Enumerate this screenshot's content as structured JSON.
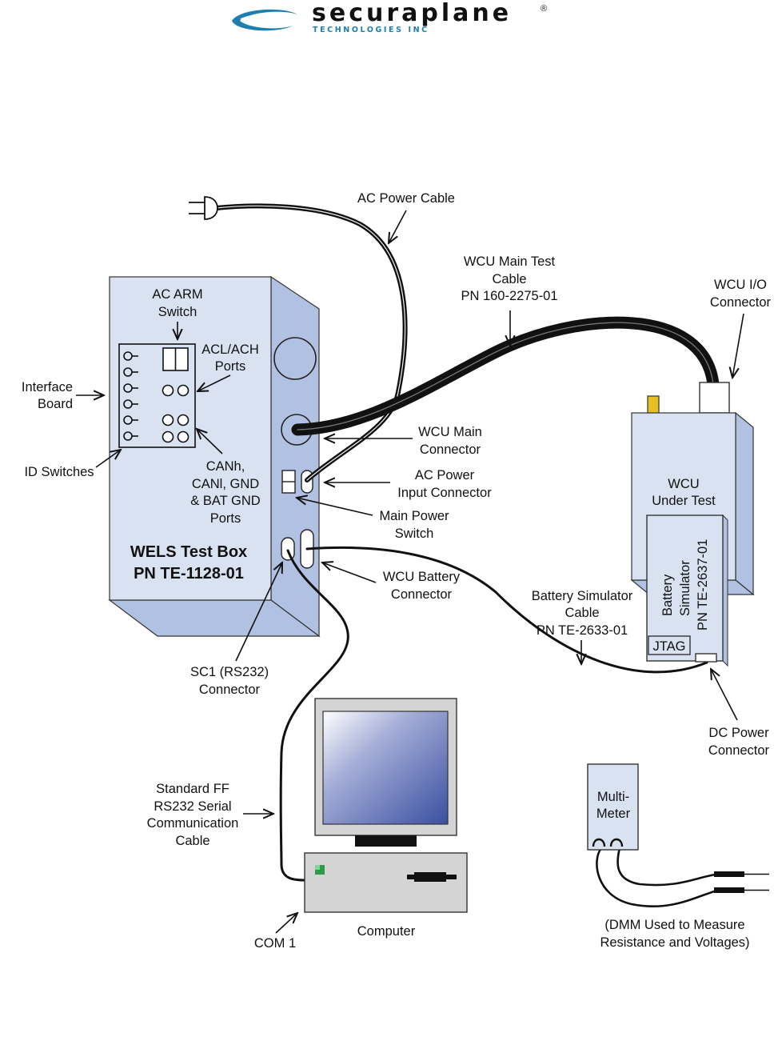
{
  "logo": {
    "name": "securaplane",
    "registered": "®",
    "subtitle": "TECHNOLOGIES INC",
    "swoosh_color": "#1d7fb0"
  },
  "colors": {
    "box_face": "#d8e2f1",
    "box_side": "#b0c1e2",
    "box_stroke": "#333333",
    "cable": "#111111",
    "screen_dark": "#3a4fa0"
  },
  "test_box": {
    "title": "WELS Test Box",
    "part_number": "PN TE-1128-01"
  },
  "labels": {
    "ac_power_cable": "AC Power Cable",
    "wcu_main_test_cable": [
      "WCU Main Test",
      "Cable",
      "PN 160-2275-01"
    ],
    "wcu_io_connector": [
      "WCU I/O",
      "Connector"
    ],
    "ac_arm_switch": [
      "AC ARM",
      "Switch"
    ],
    "acl_ach_ports": [
      "ACL/ACH",
      "Ports"
    ],
    "interface_board": [
      "Interface",
      "Board"
    ],
    "id_switches": "ID Switches",
    "can_ports": [
      "CANh,",
      "CANl, GND",
      "& BAT GND",
      "Ports"
    ],
    "wcu_main_connector": [
      "WCU Main",
      "Connector"
    ],
    "ac_power_input": [
      "AC Power",
      "Input Connector"
    ],
    "main_power_switch": [
      "Main Power",
      "Switch"
    ],
    "wcu_battery_connector": [
      "WCU Battery",
      "Connector"
    ],
    "battery_sim_cable": [
      "Battery Simulator",
      "Cable",
      "PN TE-2633-01"
    ],
    "wcu_under_test": [
      "WCU",
      "Under Test"
    ],
    "battery_simulator": [
      "Battery",
      "Simulator",
      "PN TE-2637-01"
    ],
    "jtag": "JTAG",
    "dc_power_connector": [
      "DC Power",
      "Connector"
    ],
    "sc1_connector": [
      "SC1 (RS232)",
      "Connector"
    ],
    "serial_cable": [
      "Standard FF",
      "RS232 Serial",
      "Communication",
      "Cable"
    ],
    "com1": "COM 1",
    "computer": "Computer",
    "multimeter": [
      "Multi-",
      "Meter"
    ],
    "dmm_note": [
      "(DMM Used to Measure",
      "Resistance and Voltages)"
    ]
  }
}
